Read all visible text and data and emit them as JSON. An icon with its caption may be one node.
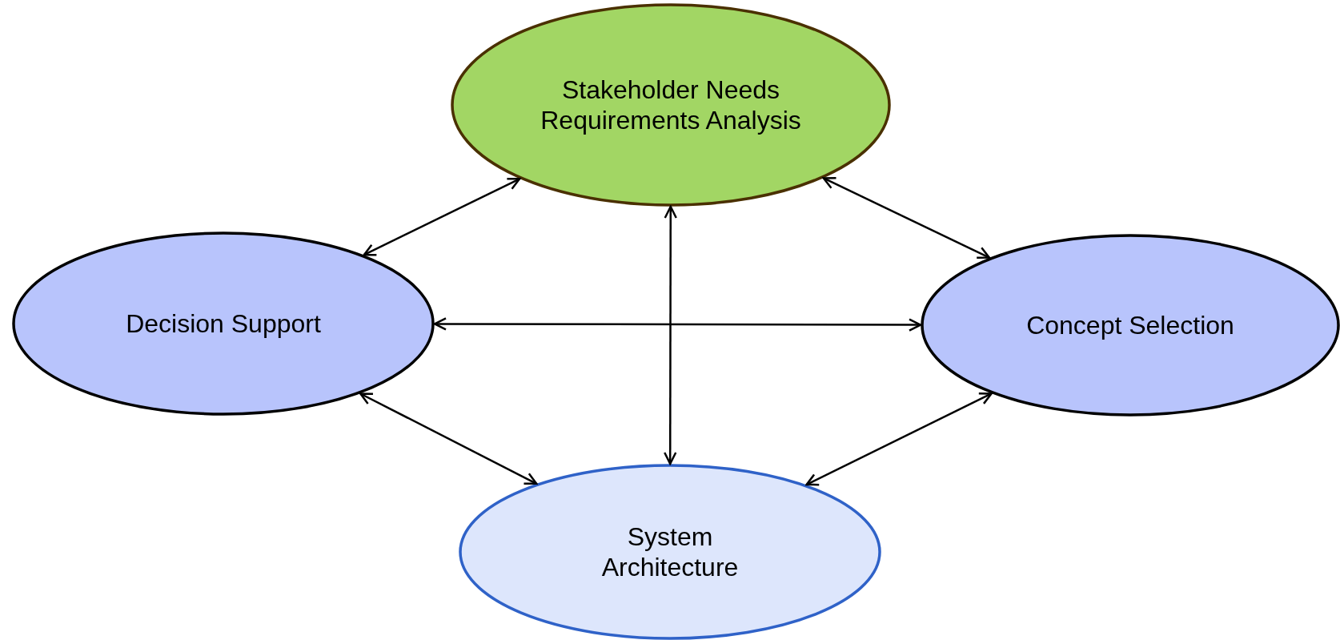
{
  "diagram": {
    "nodes": [
      {
        "text": [
          "Stakeholder Needs Requirements Analysis"
        ]
      },
      {
        "text": [
          "Decision Support"
        ]
      },
      {
        "text": [
          "Concept Selection"
        ]
      },
      {
        "text": [
          "System Architecture"
        ]
      }
    ],
    "edges": [
      {
        "from": 0,
        "to": 1,
        "arrow": "both"
      },
      {
        "from": 0,
        "to": 2,
        "arrow": "both"
      },
      {
        "from": 1,
        "to": 2,
        "arrow": "both"
      },
      {
        "from": 0,
        "to": 3,
        "arrow": "both"
      },
      {
        "from": 1,
        "to": 3,
        "arrow": "both"
      },
      {
        "from": 2,
        "to": 3,
        "arrow": "both"
      }
    ]
  }
}
